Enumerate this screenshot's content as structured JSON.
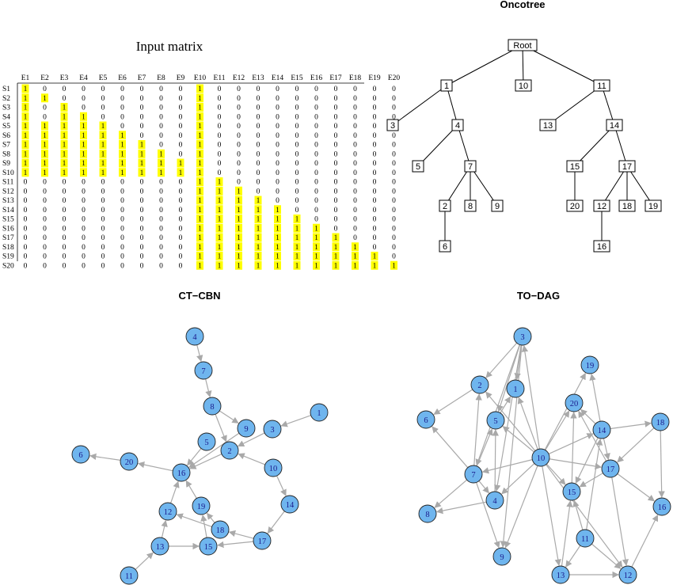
{
  "matrix": {
    "title": "Input matrix",
    "columns": [
      "E1",
      "E2",
      "E3",
      "E4",
      "E5",
      "E6",
      "E7",
      "E8",
      "E9",
      "E10",
      "E11",
      "E12",
      "E13",
      "E14",
      "E15",
      "E16",
      "E17",
      "E18",
      "E19",
      "E20"
    ],
    "rows": [
      {
        "label": "S1",
        "values": [
          1,
          0,
          0,
          0,
          0,
          0,
          0,
          0,
          0,
          1,
          0,
          0,
          0,
          0,
          0,
          0,
          0,
          0,
          0,
          0
        ]
      },
      {
        "label": "S2",
        "values": [
          1,
          1,
          0,
          0,
          0,
          0,
          0,
          0,
          0,
          1,
          0,
          0,
          0,
          0,
          0,
          0,
          0,
          0,
          0,
          0
        ]
      },
      {
        "label": "S3",
        "values": [
          1,
          0,
          1,
          0,
          0,
          0,
          0,
          0,
          0,
          1,
          0,
          0,
          0,
          0,
          0,
          0,
          0,
          0,
          0,
          0
        ]
      },
      {
        "label": "S4",
        "values": [
          1,
          0,
          1,
          1,
          0,
          0,
          0,
          0,
          0,
          1,
          0,
          0,
          0,
          0,
          0,
          0,
          0,
          0,
          0,
          0
        ]
      },
      {
        "label": "S5",
        "values": [
          1,
          1,
          1,
          1,
          1,
          0,
          0,
          0,
          0,
          1,
          0,
          0,
          0,
          0,
          0,
          0,
          0,
          0,
          0,
          0
        ]
      },
      {
        "label": "S6",
        "values": [
          1,
          1,
          1,
          1,
          1,
          1,
          0,
          0,
          0,
          1,
          0,
          0,
          0,
          0,
          0,
          0,
          0,
          0,
          0,
          0
        ]
      },
      {
        "label": "S7",
        "values": [
          1,
          1,
          1,
          1,
          1,
          1,
          1,
          0,
          0,
          1,
          0,
          0,
          0,
          0,
          0,
          0,
          0,
          0,
          0,
          0
        ]
      },
      {
        "label": "S8",
        "values": [
          1,
          1,
          1,
          1,
          1,
          1,
          1,
          1,
          0,
          1,
          0,
          0,
          0,
          0,
          0,
          0,
          0,
          0,
          0,
          0
        ]
      },
      {
        "label": "S9",
        "values": [
          1,
          1,
          1,
          1,
          1,
          1,
          1,
          1,
          1,
          1,
          0,
          0,
          0,
          0,
          0,
          0,
          0,
          0,
          0,
          0
        ]
      },
      {
        "label": "S10",
        "values": [
          1,
          1,
          1,
          1,
          1,
          1,
          1,
          1,
          1,
          1,
          0,
          0,
          0,
          0,
          0,
          0,
          0,
          0,
          0,
          0
        ]
      },
      {
        "label": "S11",
        "values": [
          0,
          0,
          0,
          0,
          0,
          0,
          0,
          0,
          0,
          1,
          1,
          0,
          0,
          0,
          0,
          0,
          0,
          0,
          0,
          0
        ]
      },
      {
        "label": "S12",
        "values": [
          0,
          0,
          0,
          0,
          0,
          0,
          0,
          0,
          0,
          1,
          1,
          1,
          0,
          0,
          0,
          0,
          0,
          0,
          0,
          0
        ]
      },
      {
        "label": "S13",
        "values": [
          0,
          0,
          0,
          0,
          0,
          0,
          0,
          0,
          0,
          1,
          1,
          1,
          1,
          0,
          0,
          0,
          0,
          0,
          0,
          0
        ]
      },
      {
        "label": "S14",
        "values": [
          0,
          0,
          0,
          0,
          0,
          0,
          0,
          0,
          0,
          1,
          1,
          1,
          1,
          1,
          0,
          0,
          0,
          0,
          0,
          0
        ]
      },
      {
        "label": "S15",
        "values": [
          0,
          0,
          0,
          0,
          0,
          0,
          0,
          0,
          0,
          1,
          1,
          1,
          1,
          1,
          1,
          0,
          0,
          0,
          0,
          0
        ]
      },
      {
        "label": "S16",
        "values": [
          0,
          0,
          0,
          0,
          0,
          0,
          0,
          0,
          0,
          1,
          1,
          1,
          1,
          1,
          1,
          1,
          0,
          0,
          0,
          0
        ]
      },
      {
        "label": "S17",
        "values": [
          0,
          0,
          0,
          0,
          0,
          0,
          0,
          0,
          0,
          1,
          1,
          1,
          1,
          1,
          1,
          1,
          1,
          0,
          0,
          0
        ]
      },
      {
        "label": "S18",
        "values": [
          0,
          0,
          0,
          0,
          0,
          0,
          0,
          0,
          0,
          1,
          1,
          1,
          1,
          1,
          1,
          1,
          1,
          1,
          0,
          0
        ]
      },
      {
        "label": "S19",
        "values": [
          0,
          0,
          0,
          0,
          0,
          0,
          0,
          0,
          0,
          1,
          1,
          1,
          1,
          1,
          1,
          1,
          1,
          1,
          1,
          0
        ]
      },
      {
        "label": "S20",
        "values": [
          0,
          0,
          0,
          0,
          0,
          0,
          0,
          0,
          0,
          1,
          1,
          1,
          1,
          1,
          1,
          1,
          1,
          1,
          1,
          1
        ]
      }
    ],
    "highlight_color": "#ffff00"
  },
  "oncotree": {
    "title": "Oncotree",
    "nodes": [
      "Root",
      "1",
      "10",
      "11",
      "3",
      "4",
      "13",
      "14",
      "5",
      "7",
      "15",
      "17",
      "2",
      "8",
      "9",
      "20",
      "12",
      "18",
      "19",
      "6",
      "16"
    ],
    "edges": [
      [
        "Root",
        "1"
      ],
      [
        "Root",
        "10"
      ],
      [
        "Root",
        "11"
      ],
      [
        "1",
        "3"
      ],
      [
        "1",
        "4"
      ],
      [
        "4",
        "5"
      ],
      [
        "4",
        "7"
      ],
      [
        "7",
        "2"
      ],
      [
        "7",
        "8"
      ],
      [
        "7",
        "9"
      ],
      [
        "2",
        "6"
      ],
      [
        "11",
        "13"
      ],
      [
        "11",
        "14"
      ],
      [
        "14",
        "15"
      ],
      [
        "14",
        "17"
      ],
      [
        "15",
        "20"
      ],
      [
        "17",
        "12"
      ],
      [
        "17",
        "18"
      ],
      [
        "17",
        "19"
      ],
      [
        "12",
        "16"
      ]
    ]
  },
  "ctcbn": {
    "title": "CT−CBN",
    "node_color": "#6fb5ee",
    "nodes": [
      "1",
      "2",
      "3",
      "4",
      "5",
      "6",
      "7",
      "8",
      "9",
      "10",
      "11",
      "12",
      "13",
      "14",
      "15",
      "16",
      "17",
      "18",
      "19",
      "20"
    ],
    "edges": [
      [
        "4",
        "7"
      ],
      [
        "7",
        "8"
      ],
      [
        "8",
        "9"
      ],
      [
        "8",
        "2"
      ],
      [
        "1",
        "3"
      ],
      [
        "3",
        "2"
      ],
      [
        "9",
        "16"
      ],
      [
        "5",
        "16"
      ],
      [
        "2",
        "16"
      ],
      [
        "20",
        "6"
      ],
      [
        "16",
        "20"
      ],
      [
        "10",
        "2"
      ],
      [
        "10",
        "14"
      ],
      [
        "14",
        "17"
      ],
      [
        "17",
        "15"
      ],
      [
        "17",
        "18"
      ],
      [
        "13",
        "15"
      ],
      [
        "13",
        "12"
      ],
      [
        "11",
        "13"
      ],
      [
        "12",
        "16"
      ],
      [
        "18",
        "12"
      ],
      [
        "19",
        "16"
      ],
      [
        "18",
        "19"
      ],
      [
        "15",
        "19"
      ]
    ]
  },
  "todag": {
    "title": "TO−DAG",
    "node_color": "#6fb5ee",
    "nodes": [
      "1",
      "2",
      "3",
      "4",
      "5",
      "6",
      "7",
      "8",
      "9",
      "10",
      "11",
      "12",
      "13",
      "14",
      "15",
      "16",
      "17",
      "18",
      "19",
      "20"
    ],
    "edges": [
      [
        "3",
        "2"
      ],
      [
        "3",
        "1"
      ],
      [
        "3",
        "5"
      ],
      [
        "3",
        "7"
      ],
      [
        "3",
        "4"
      ],
      [
        "3",
        "9"
      ],
      [
        "2",
        "6"
      ],
      [
        "7",
        "2"
      ],
      [
        "7",
        "5"
      ],
      [
        "7",
        "6"
      ],
      [
        "7",
        "8"
      ],
      [
        "7",
        "9"
      ],
      [
        "7",
        "4"
      ],
      [
        "10",
        "3"
      ],
      [
        "10",
        "2"
      ],
      [
        "10",
        "5"
      ],
      [
        "10",
        "7"
      ],
      [
        "10",
        "4"
      ],
      [
        "10",
        "9"
      ],
      [
        "10",
        "1"
      ],
      [
        "10",
        "20"
      ],
      [
        "10",
        "19"
      ],
      [
        "10",
        "14"
      ],
      [
        "10",
        "15"
      ],
      [
        "10",
        "17"
      ],
      [
        "10",
        "13"
      ],
      [
        "10",
        "12"
      ],
      [
        "4",
        "8"
      ],
      [
        "4",
        "5"
      ],
      [
        "5",
        "1"
      ],
      [
        "14",
        "20"
      ],
      [
        "14",
        "19"
      ],
      [
        "14",
        "18"
      ],
      [
        "14",
        "15"
      ],
      [
        "14",
        "17"
      ],
      [
        "17",
        "20"
      ],
      [
        "17",
        "15"
      ],
      [
        "17",
        "16"
      ],
      [
        "17",
        "12"
      ],
      [
        "18",
        "17"
      ],
      [
        "18",
        "16"
      ],
      [
        "11",
        "15"
      ],
      [
        "11",
        "13"
      ],
      [
        "11",
        "12"
      ],
      [
        "13",
        "12"
      ],
      [
        "13",
        "15"
      ],
      [
        "15",
        "20"
      ],
      [
        "11",
        "14"
      ],
      [
        "12",
        "16"
      ]
    ]
  }
}
